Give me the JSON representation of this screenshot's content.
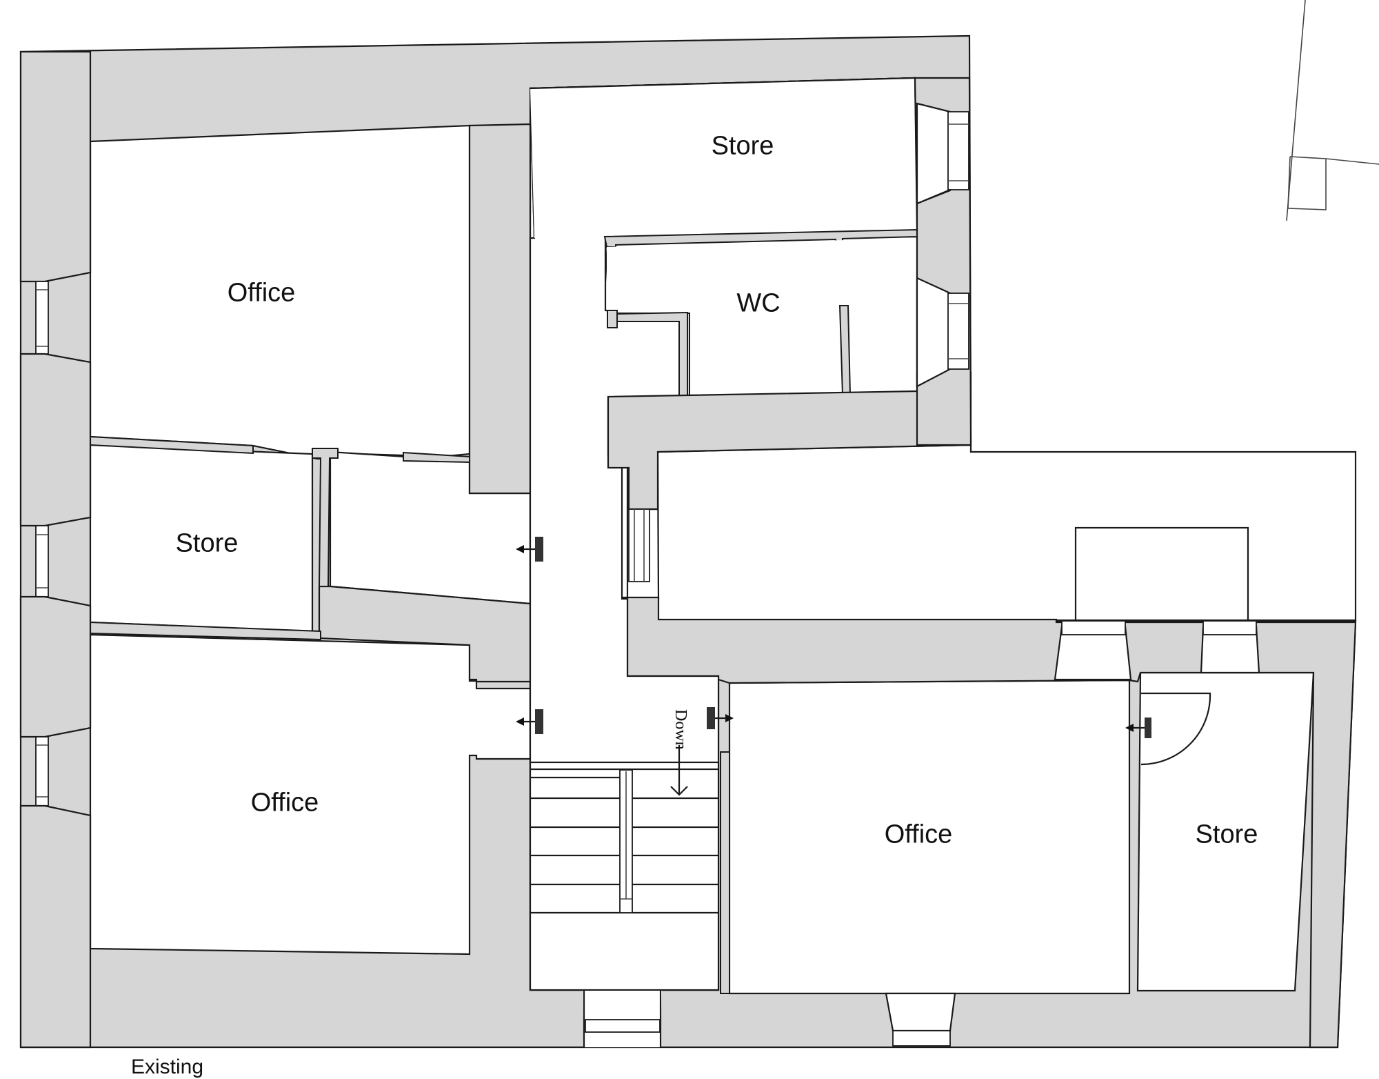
{
  "drawing": {
    "type": "floor plan",
    "caption": "Existing",
    "colors": {
      "wall_fill": "#d6d6d6",
      "line": "#1a1a1a",
      "background": "#ffffff"
    }
  },
  "rooms": [
    {
      "id": "office-top-left",
      "label": "Office"
    },
    {
      "id": "store-left",
      "label": "Store"
    },
    {
      "id": "office-bottom-left",
      "label": "Office"
    },
    {
      "id": "store-top",
      "label": "Store"
    },
    {
      "id": "wc",
      "label": "WC"
    },
    {
      "id": "office-bottom-right",
      "label": "Office"
    },
    {
      "id": "store-bottom-right",
      "label": "Store"
    }
  ],
  "stairs": {
    "direction_label": "Down"
  },
  "symbols": {
    "fire_door_sign": "fire-door-sign-icon",
    "direction_arrow": "arrow-icon"
  }
}
